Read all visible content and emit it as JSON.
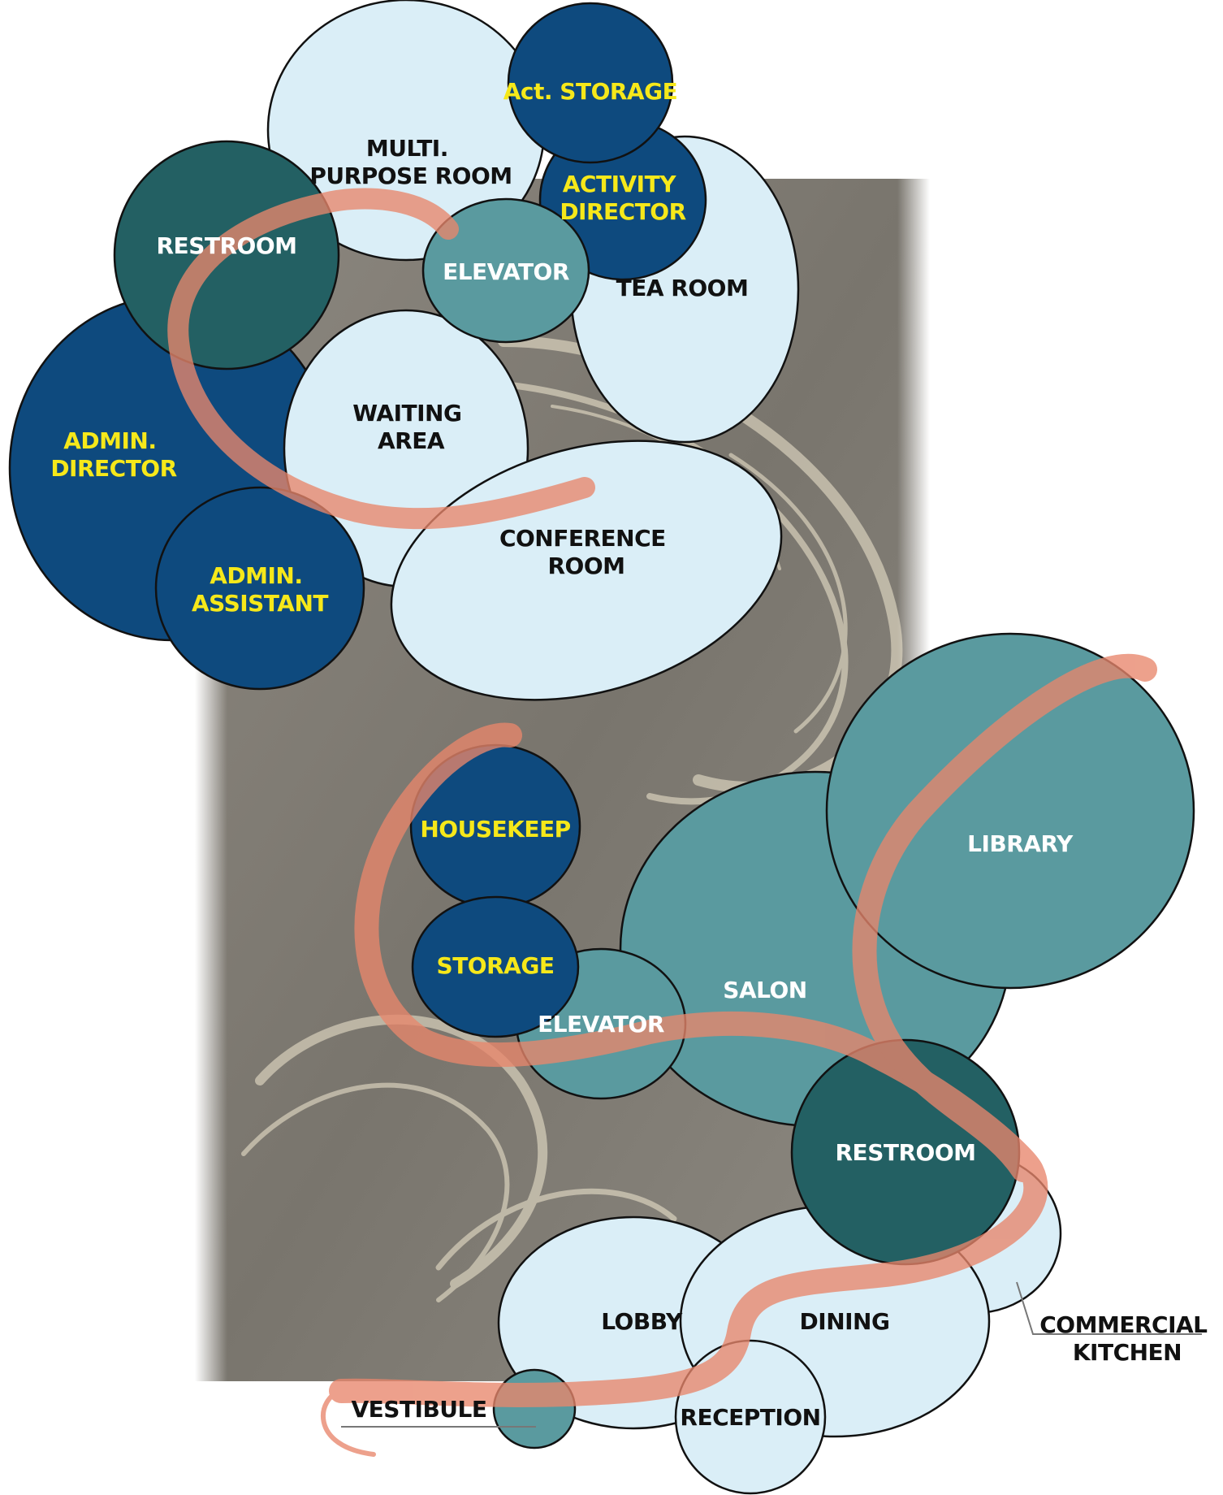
{
  "colors": {
    "light_bubble": "#daeef7",
    "dark_navy": "#0e4a7e",
    "teal": "#5a9a9f",
    "dark_teal": "#236063",
    "circulation_path": "#e8866c",
    "yellow_label": "#f6e81a",
    "outline": "#111111"
  },
  "rooms": {
    "activity_storage": "Act. STORAGE",
    "multipurpose_room": [
      "MULTI.",
      "PURPOSE ROOM"
    ],
    "activity_director": [
      "ACTIVITY",
      "DIRECTOR"
    ],
    "restroom_upper": "RESTROOM",
    "elevator_upper": "ELEVATOR",
    "tea_room": "TEA ROOM",
    "waiting_area": [
      "WAITING",
      "AREA"
    ],
    "admin_director": [
      "ADMIN.",
      "DIRECTOR"
    ],
    "admin_assistant": [
      "ADMIN.",
      "ASSISTANT"
    ],
    "conference_room": [
      "CONFERENCE",
      "ROOM"
    ],
    "housekeep": "HOUSEKEEP",
    "storage": "STORAGE",
    "elevator_lower": "ELEVATOR",
    "salon": "SALON",
    "library": "LIBRARY",
    "restroom_lower": "RESTROOM",
    "lobby": "LOBBY",
    "dining": "DINING",
    "reception": "RECEPTION",
    "vestibule": "VESTIBULE",
    "commercial_kitchen": [
      "COMMERCIAL",
      "KITCHEN"
    ]
  }
}
